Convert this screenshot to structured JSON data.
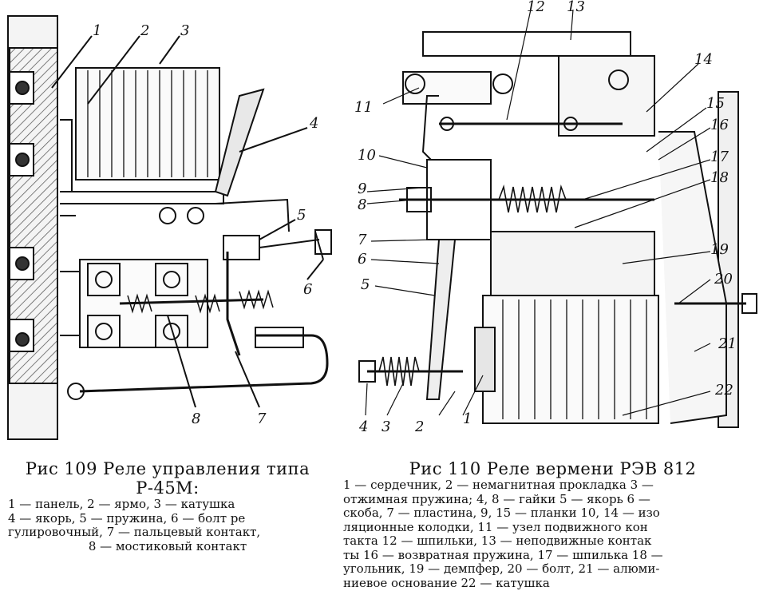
{
  "figure109": {
    "callouts": [
      "1",
      "2",
      "3",
      "4",
      "5",
      "6",
      "7",
      "8"
    ],
    "caption_title_line1": "Рис 109 Реле управления типа",
    "caption_title_line2": "Р-45М:",
    "legend_lines": [
      "1 — панель, 2 — ярмо, 3 — катушка",
      "4 — якорь, 5 — пружина, 6 — болт ре",
      "гулировочный, 7 — пальцевый контакт,",
      "8 — мостиковый контакт"
    ]
  },
  "figure110": {
    "callouts": [
      "1",
      "2",
      "3",
      "4",
      "5",
      "6",
      "7",
      "8",
      "9",
      "10",
      "11",
      "12",
      "13",
      "14",
      "15",
      "16",
      "17",
      "18",
      "19",
      "20",
      "21",
      "22"
    ],
    "caption_title": "Рис 110 Реле вермени РЭВ 812",
    "legend_lines": [
      "1 — сердечник, 2 — немагнитная прокладка 3 —",
      "отжимная пружина; 4, 8 — гайки 5 — якорь 6 —",
      "скоба, 7 — пластина, 9, 15 — планки 10, 14 — изо",
      "ляционные колодки, 11 — узел подвижного кон",
      "такта 12 — шпильки, 13 — неподвижные контак",
      "ты 16 — возвратная пружина, 17 — шпилька 18 —",
      "угольник, 19 — демпфер, 20 — болт, 21 — алюми-",
      "ниевое основание 22 — катушка"
    ]
  }
}
